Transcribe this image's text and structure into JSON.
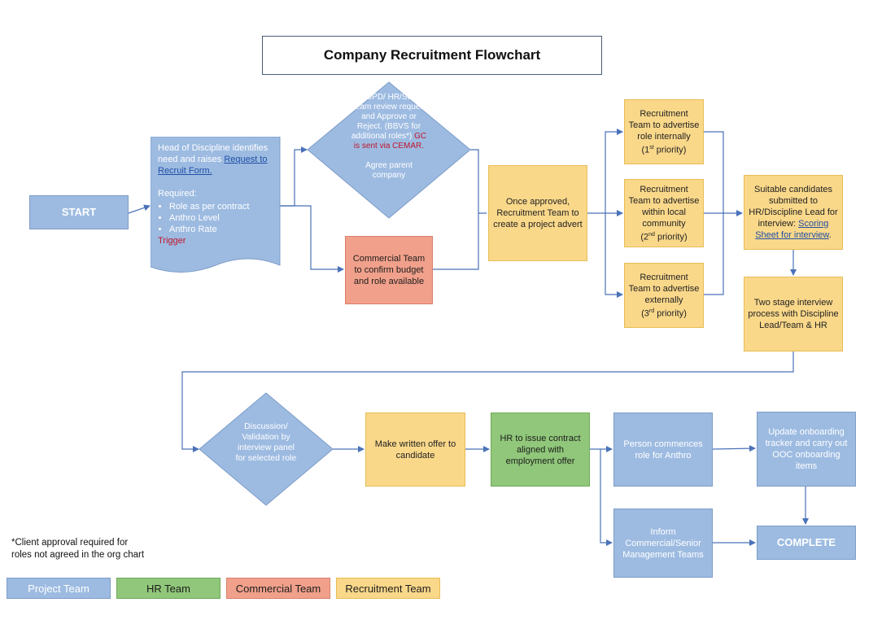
{
  "title": "Company Recruitment Flowchart",
  "start": "START",
  "head_of_discipline": {
    "line1": "Head of Discipline identifies need and raises ",
    "link": "Request to Recruit Form.",
    "required_label": "Required:",
    "items": [
      "Role as per contract",
      "Anthro Level",
      "Anthro Rate"
    ],
    "trigger": "Trigger"
  },
  "review_diamond": {
    "text1": "PD/DPD/ HR/Senior Team review request and Approve or Reject. (BBVS for additional roles*) ",
    "gc": "GC is sent via CEMAR.",
    "text2": "Agree parent company"
  },
  "commercial_box": "Commercial Team to confirm budget and role available",
  "approved_box": "Once approved, Recruitment Team to create a project advert",
  "advert_internal": {
    "text": "Recruitment Team to advertise role internally",
    "priority_num": "(1",
    "priority_sup": "st",
    "priority_end": " priority)"
  },
  "advert_local": {
    "text": "Recruitment Team to advertise within local community",
    "priority_num": "(2",
    "priority_sup": "nd",
    "priority_end": " priority)"
  },
  "advert_external": {
    "text": "Recruitment Team to advertise externally",
    "priority_num": "(3",
    "priority_sup": "rd",
    "priority_end": " priority)"
  },
  "candidates_box": {
    "text": "Suitable candidates submitted to HR/Discipline Lead for interview: ",
    "link": "Scoring Sheet for interview",
    "end": "."
  },
  "interview_box": "Two stage interview process with Discipline Lead/Team & HR",
  "discussion_diamond": "Discussion/ Validation by interview panel for selected role",
  "offer_box": "Make written offer to candidate",
  "contract_box": "HR to issue contract aligned with employment offer",
  "commence_box": "Person commences role for Anthro",
  "onboarding_box": "Update onboarding tracker and carry out OOC onboarding items",
  "inform_box": "Inform Commercial/Senior Management Teams",
  "complete_box": "COMPLETE",
  "footnote": "*Client approval required for roles not agreed in the org chart",
  "legend": [
    {
      "label": "Project Team",
      "color": "#9dbbe1"
    },
    {
      "label": "HR Team",
      "color": "#90c77a"
    },
    {
      "label": "Commercial Team",
      "color": "#f1a08b"
    },
    {
      "label": "Recruitment Team",
      "color": "#fad88a"
    }
  ],
  "colors": {
    "project": "#9dbbe1",
    "hr": "#90c77a",
    "commercial": "#f1a08b",
    "recruitment": "#fad88a",
    "connector": "#4a72b8"
  }
}
